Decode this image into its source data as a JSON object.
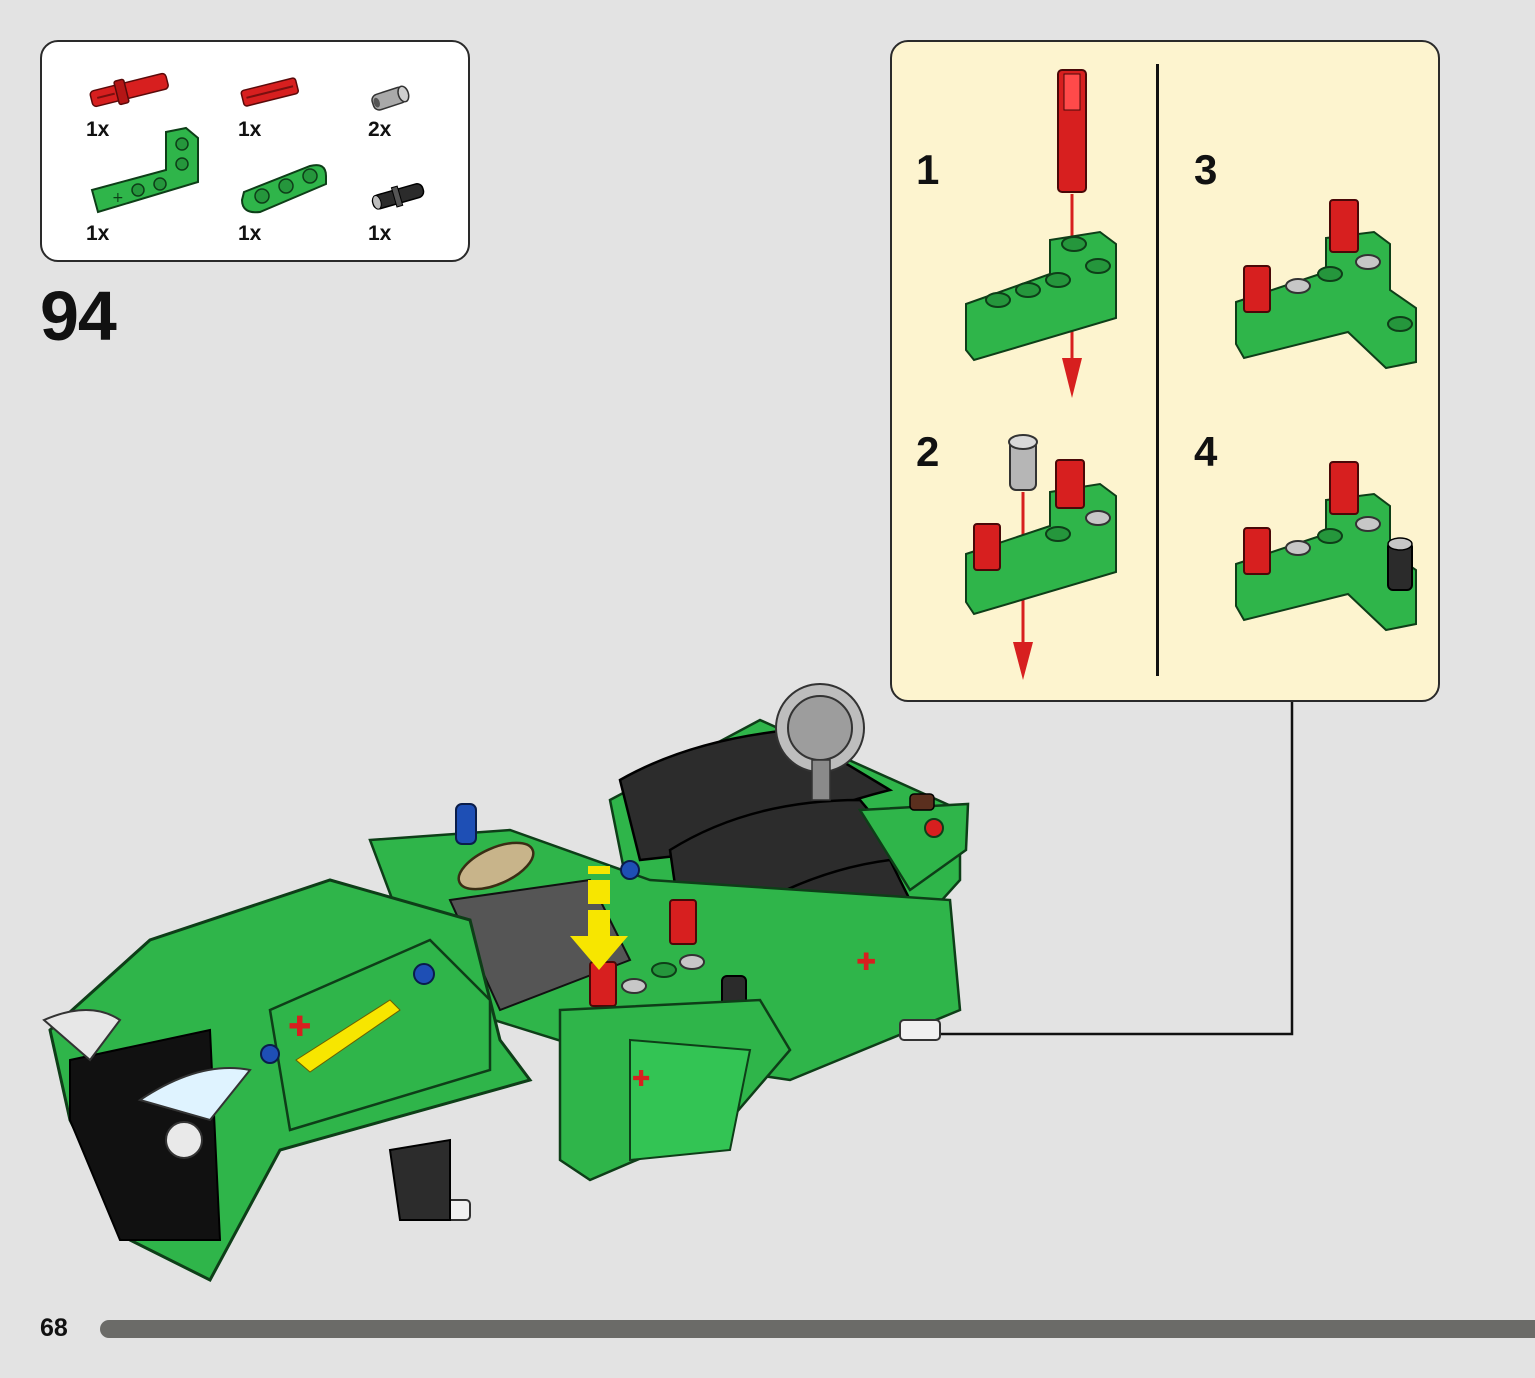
{
  "parts_list": {
    "items": [
      {
        "name": "red-axle-pin",
        "qty": "1x"
      },
      {
        "name": "red-axle-short",
        "qty": "1x"
      },
      {
        "name": "gray-pin",
        "qty": "2x"
      },
      {
        "name": "green-l-beam",
        "qty": "1x"
      },
      {
        "name": "green-beam-3",
        "qty": "1x"
      },
      {
        "name": "black-pin",
        "qty": "1x"
      }
    ]
  },
  "step": {
    "number": "94"
  },
  "substeps": [
    {
      "number": "1"
    },
    {
      "number": "2"
    },
    {
      "number": "3"
    },
    {
      "number": "4"
    }
  ],
  "page": {
    "number": "68"
  },
  "colors": {
    "lego_green": "#2fb54a",
    "lego_red": "#d71f1f",
    "callout_bg": "#fdf4cf",
    "arrow_yellow": "#f7e600"
  }
}
